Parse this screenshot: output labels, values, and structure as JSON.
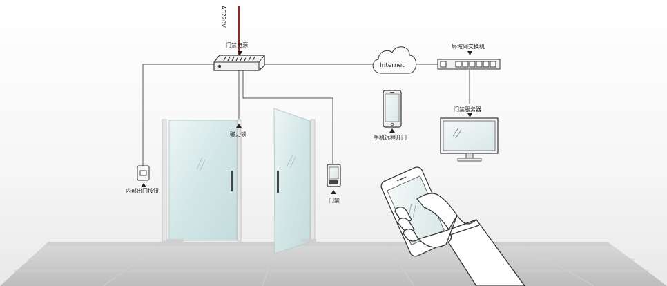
{
  "labels": {
    "power_input": "AC220V",
    "power_supply": "门禁电源",
    "internet": "Internet",
    "switch": "局域网交换机",
    "server": "门禁服务器",
    "magnetic_lock": "磁力锁",
    "exit_button": "内部出门按钮",
    "access_reader": "门禁",
    "mobile_remote": "手机远程开门"
  },
  "colors": {
    "line": "#555555",
    "power_line": "#b01919",
    "device_fill": "#f3f3f3",
    "glass": "#d6e8e8"
  }
}
